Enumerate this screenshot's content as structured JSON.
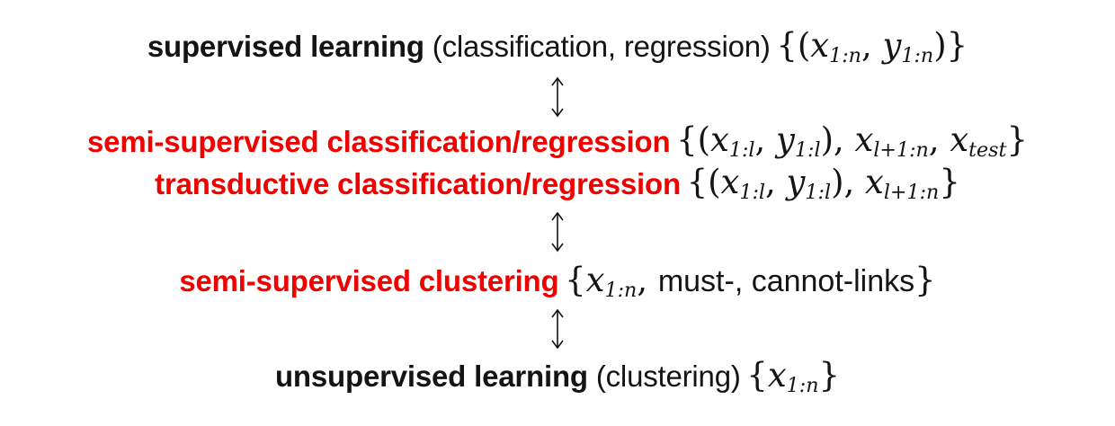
{
  "colors": {
    "ink": "#141414",
    "red": "#f10000",
    "background": "#ffffff"
  },
  "icons": {
    "level_connector": "updown-arrow-icon",
    "level_connector_glyph": "↕"
  },
  "rows": {
    "supervised": {
      "title": "supervised learning",
      "paren": " (classification, regression)",
      "math": [
        {
          "t": "{(",
          "k": "p"
        },
        {
          "t": "x",
          "k": "v"
        },
        {
          "t": "1:n",
          "k": "s"
        },
        {
          "t": ", ",
          "k": "p"
        },
        {
          "t": "y",
          "k": "v"
        },
        {
          "t": "1:n",
          "k": "s"
        },
        {
          "t": ")}",
          "k": "p"
        }
      ]
    },
    "semi_supervised_cr": {
      "title": "semi-supervised classification/regression",
      "math": [
        {
          "t": "{(",
          "k": "p"
        },
        {
          "t": "x",
          "k": "v"
        },
        {
          "t": "1:l",
          "k": "s"
        },
        {
          "t": ", ",
          "k": "p"
        },
        {
          "t": "y",
          "k": "v"
        },
        {
          "t": "1:l",
          "k": "s"
        },
        {
          "t": "), ",
          "k": "p"
        },
        {
          "t": "x",
          "k": "v"
        },
        {
          "t": "l+1:n",
          "k": "s"
        },
        {
          "t": ", ",
          "k": "p"
        },
        {
          "t": "x",
          "k": "v"
        },
        {
          "t": "test",
          "k": "s"
        },
        {
          "t": "}",
          "k": "p"
        }
      ]
    },
    "transductive": {
      "title": "transductive classification/regression",
      "math": [
        {
          "t": "{(",
          "k": "p"
        },
        {
          "t": "x",
          "k": "v"
        },
        {
          "t": "1:l",
          "k": "s"
        },
        {
          "t": ", ",
          "k": "p"
        },
        {
          "t": "y",
          "k": "v"
        },
        {
          "t": "1:l",
          "k": "s"
        },
        {
          "t": "), ",
          "k": "p"
        },
        {
          "t": "x",
          "k": "v"
        },
        {
          "t": "l+1:n",
          "k": "s"
        },
        {
          "t": "}",
          "k": "p"
        }
      ]
    },
    "semi_supervised_clustering": {
      "title": "semi-supervised clustering",
      "math": [
        {
          "t": "{",
          "k": "p"
        },
        {
          "t": "x",
          "k": "v"
        },
        {
          "t": "1:n",
          "k": "s"
        },
        {
          "t": ", ",
          "k": "p"
        },
        {
          "t": "must-, cannot-links",
          "k": "t"
        },
        {
          "t": "}",
          "k": "p"
        }
      ]
    },
    "unsupervised": {
      "title": "unsupervised learning",
      "paren": " (clustering)",
      "math": [
        {
          "t": "{",
          "k": "p"
        },
        {
          "t": "x",
          "k": "v"
        },
        {
          "t": "1:n",
          "k": "s"
        },
        {
          "t": "}",
          "k": "p"
        }
      ]
    }
  }
}
